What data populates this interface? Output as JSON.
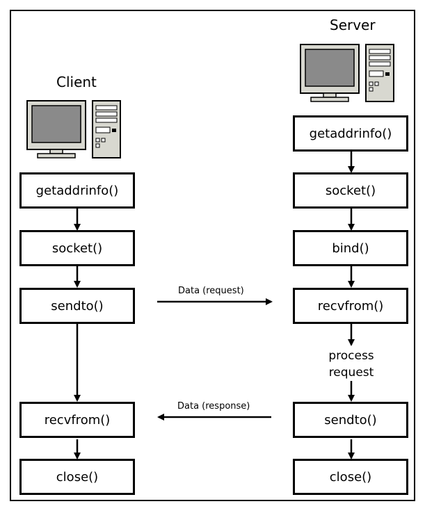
{
  "client": {
    "title": "Client",
    "steps": [
      "getaddrinfo()",
      "socket()",
      "sendto()",
      "recvfrom()",
      "close()"
    ]
  },
  "server": {
    "title": "Server",
    "steps": [
      "getaddrinfo()",
      "socket()",
      "bind()",
      "recvfrom()",
      "sendto()",
      "close()"
    ],
    "process_line1": "process",
    "process_line2": "request"
  },
  "messages": {
    "request": "Data (request)",
    "response": "Data (response)"
  },
  "icons": {
    "client_computer": "computer-icon",
    "server_computer": "computer-icon"
  }
}
